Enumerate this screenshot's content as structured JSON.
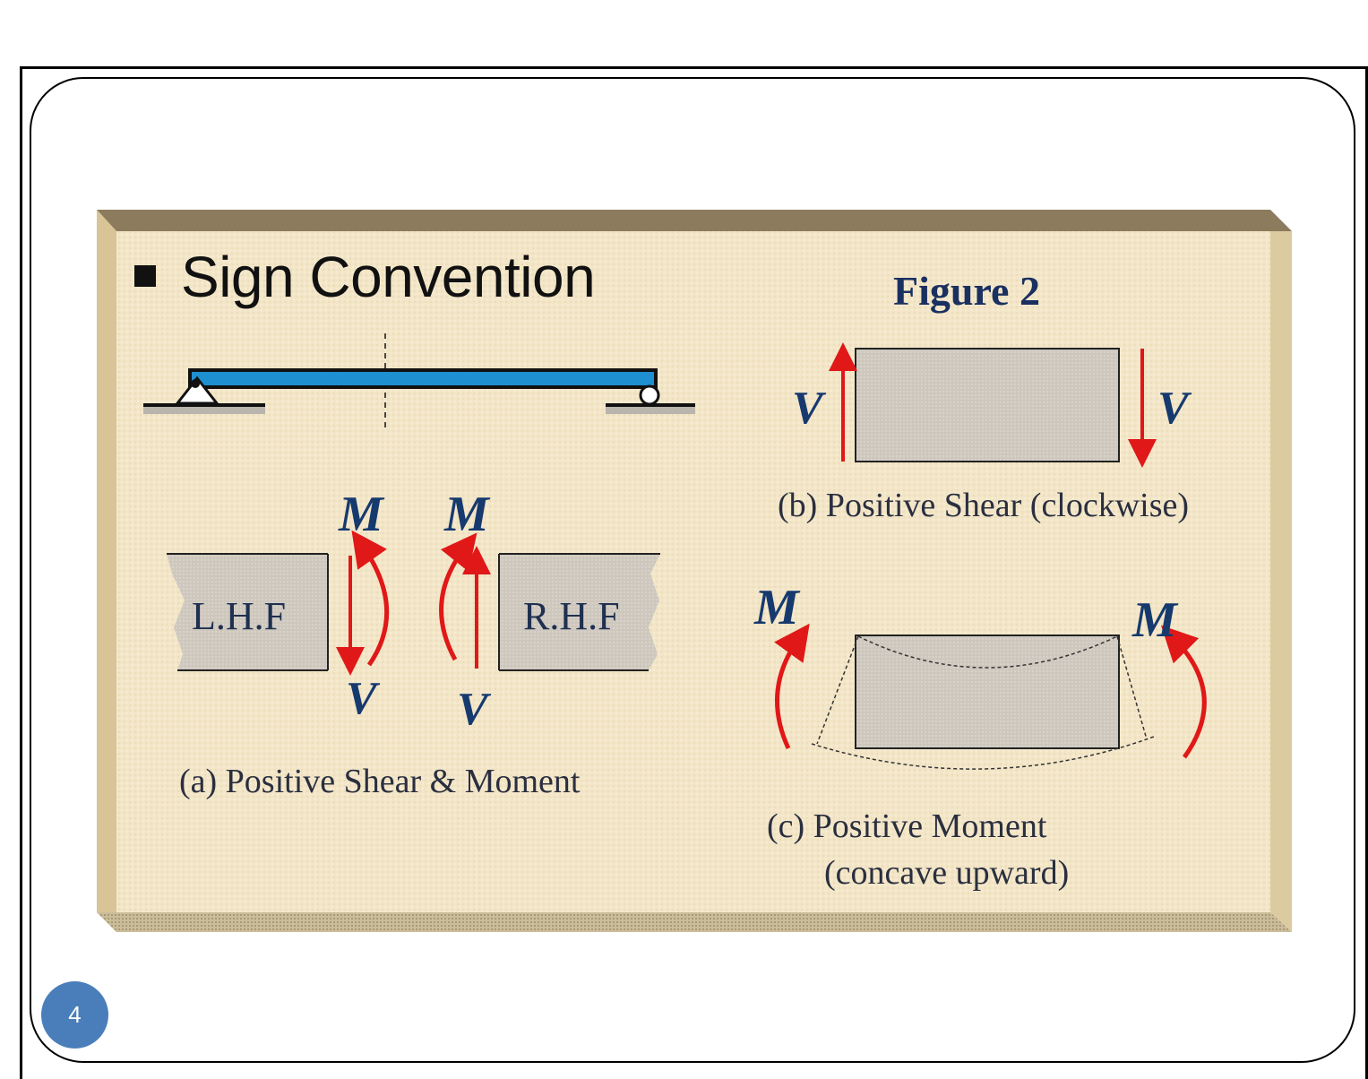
{
  "slide": {
    "title": "Sign Convention",
    "figure_title": "Figure 2",
    "page_number": "4",
    "colors": {
      "board_face": "#f3e6c8",
      "board_top_edge": "#8c7b5c",
      "board_side_edge": "#d8c496",
      "beam_fill": "#1e8fd0",
      "arrow_red": "#e01818",
      "symbol_blue": "#163a6e",
      "section_fill": "#cfc9c0",
      "badge": "#4a7ebb"
    }
  },
  "panel_a": {
    "left_section_label": "L.H.F",
    "right_section_label": "R.H.F",
    "left_moment": "M",
    "right_moment": "M",
    "left_shear": "V",
    "right_shear": "V",
    "caption": "(a) Positive Shear & Moment"
  },
  "panel_b": {
    "left_shear": "V",
    "right_shear": "V",
    "caption": "(b) Positive Shear (clockwise)"
  },
  "panel_c": {
    "left_moment": "M",
    "right_moment": "M",
    "caption_line1": "(c) Positive Moment",
    "caption_line2": "(concave upward)"
  }
}
